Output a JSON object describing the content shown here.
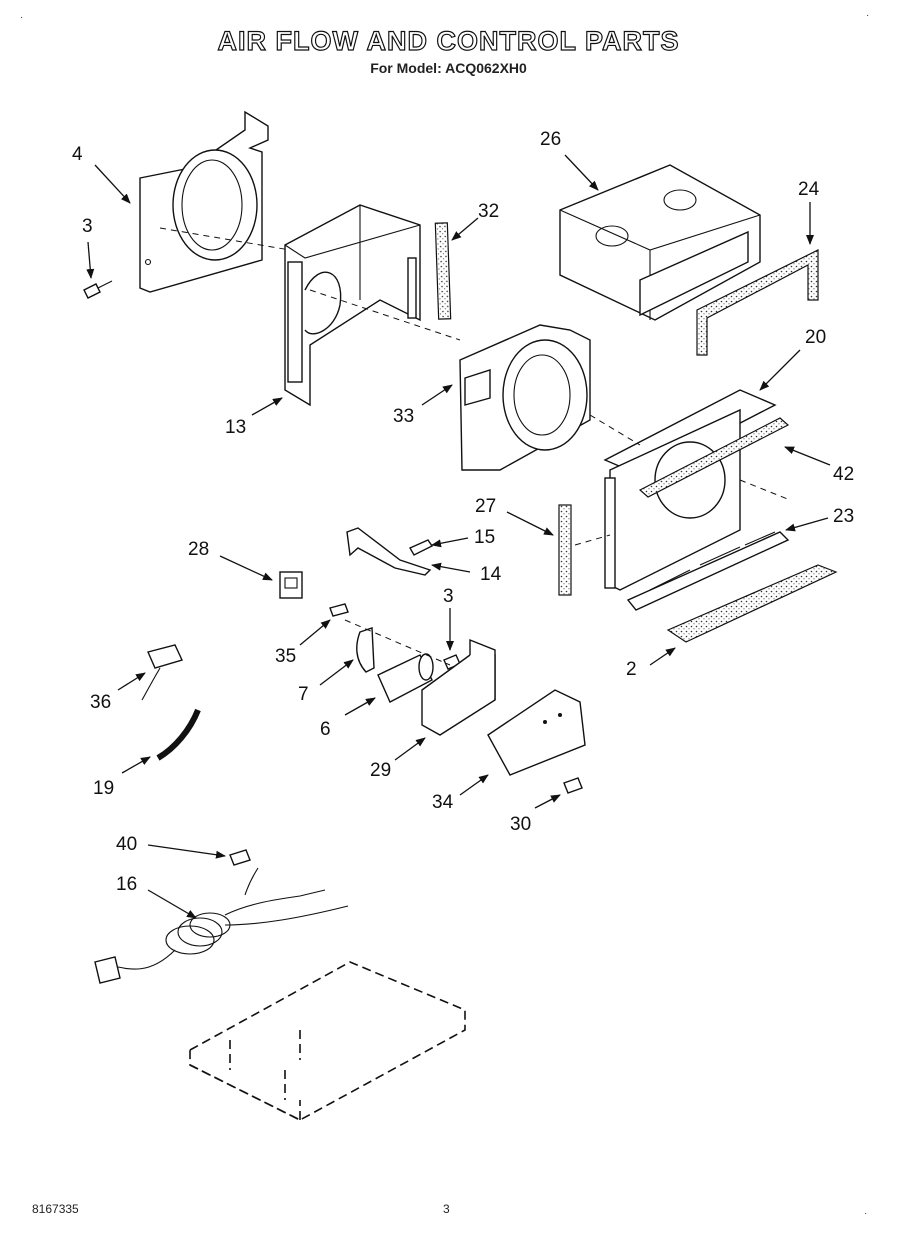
{
  "header": {
    "title": "AIR FLOW AND CONTROL PARTS",
    "subtitle": "For Model: ACQ062XH0"
  },
  "footer": {
    "doc_number": "8167335",
    "page_number": "3"
  },
  "callouts": {
    "c4": "4",
    "c3a": "3",
    "c13": "13",
    "c32": "32",
    "c26": "26",
    "c24": "24",
    "c20": "20",
    "c33": "33",
    "c42": "42",
    "c27": "27",
    "c23": "23",
    "c15": "15",
    "c14": "14",
    "c28": "28",
    "c3b": "3",
    "c35": "35",
    "c7": "7",
    "c6": "6",
    "c2": "2",
    "c36": "36",
    "c29": "29",
    "c19": "19",
    "c34": "34",
    "c30": "30",
    "c40": "40",
    "c16": "16"
  }
}
